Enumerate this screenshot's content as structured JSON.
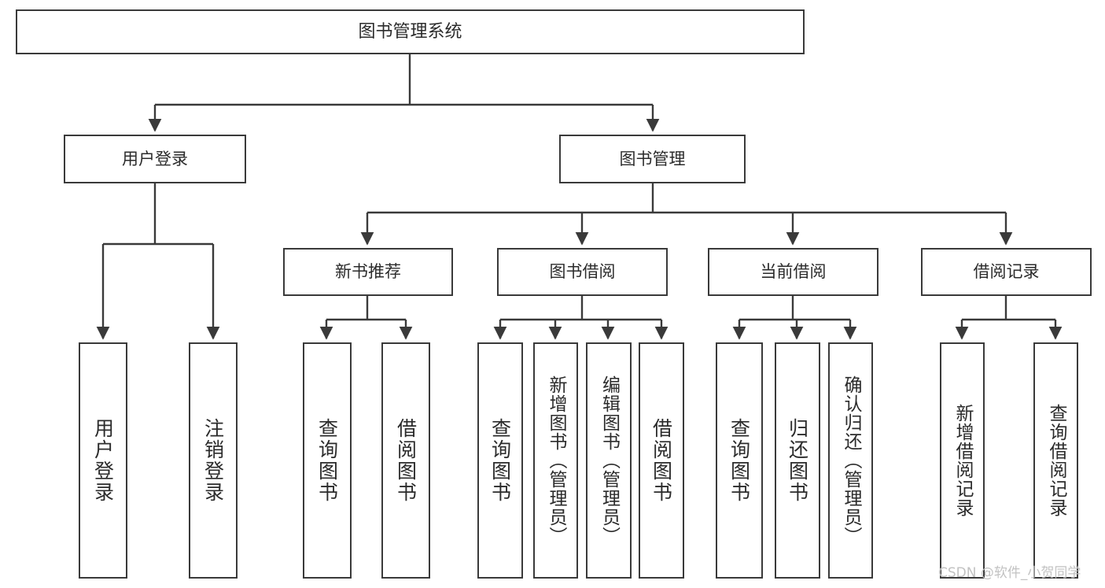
{
  "diagram": {
    "title": "图书管理系统",
    "type": "tree",
    "orientation": "top-down",
    "line_color": "#3a3a3a",
    "box_fill": "#ffffff",
    "text_color": "#2b2b2b",
    "levels": [
      {
        "level": 1,
        "nodes": [
          {
            "id": "root",
            "label": "图书管理系统"
          }
        ]
      },
      {
        "level": 2,
        "nodes": [
          {
            "id": "login",
            "label": "用户登录",
            "parent": "root"
          },
          {
            "id": "bookmgmt",
            "label": "图书管理",
            "parent": "root"
          }
        ]
      },
      {
        "level": 3,
        "nodes": [
          {
            "id": "newbook",
            "label": "新书推荐",
            "parent": "bookmgmt"
          },
          {
            "id": "borrow",
            "label": "图书借阅",
            "parent": "bookmgmt"
          },
          {
            "id": "current",
            "label": "当前借阅",
            "parent": "bookmgmt"
          },
          {
            "id": "records",
            "label": "借阅记录",
            "parent": "bookmgmt"
          }
        ]
      },
      {
        "level": 4,
        "nodes": [
          {
            "id": "leaf1",
            "label": "用户登录",
            "parent": "login"
          },
          {
            "id": "leaf2",
            "label": "注销登录",
            "parent": "login"
          },
          {
            "id": "leaf3",
            "label": "查询图书",
            "parent": "newbook"
          },
          {
            "id": "leaf4",
            "label": "借阅图书",
            "parent": "newbook"
          },
          {
            "id": "leaf5",
            "label": "查询图书",
            "parent": "borrow"
          },
          {
            "id": "leaf6",
            "label": "新增图书（管理员）",
            "parent": "borrow"
          },
          {
            "id": "leaf7",
            "label": "编辑图书（管理员）",
            "parent": "borrow"
          },
          {
            "id": "leaf8",
            "label": "借阅图书",
            "parent": "borrow"
          },
          {
            "id": "leaf9",
            "label": "查询图书",
            "parent": "current"
          },
          {
            "id": "leaf10",
            "label": "归还图书",
            "parent": "current"
          },
          {
            "id": "leaf11",
            "label": "确认归还（管理员）",
            "parent": "current"
          },
          {
            "id": "leaf12",
            "label": "新增借阅记录",
            "parent": "records"
          },
          {
            "id": "leaf13",
            "label": "查询借阅记录",
            "parent": "records"
          }
        ]
      }
    ]
  },
  "watermark": {
    "text": "CSDN @软件_小贺同学"
  }
}
